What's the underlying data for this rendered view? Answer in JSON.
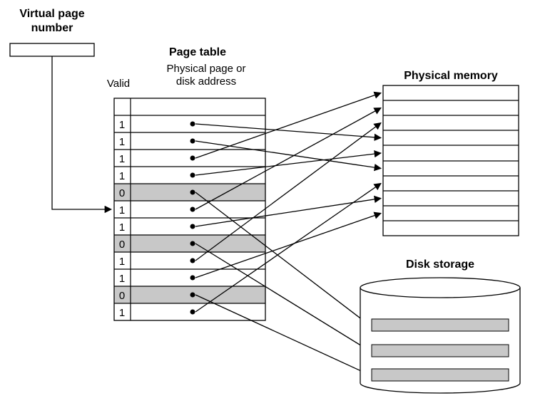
{
  "virtual_page": {
    "label_line1": "Virtual page",
    "label_line2": "number"
  },
  "page_table": {
    "title": "Page table",
    "subtitle_line1": "Physical page or",
    "subtitle_line2": "disk address",
    "valid_label": "Valid",
    "valid_bits": [
      "1",
      "1",
      "1",
      "1",
      "0",
      "1",
      "1",
      "0",
      "1",
      "1",
      "0",
      "1"
    ],
    "mappings": [
      {
        "entry": 1,
        "valid": "1",
        "target": "physical-memory-row-4"
      },
      {
        "entry": 2,
        "valid": "1",
        "target": "physical-memory-row-6"
      },
      {
        "entry": 3,
        "valid": "1",
        "target": "physical-memory-row-1"
      },
      {
        "entry": 4,
        "valid": "1",
        "target": "physical-memory-row-5"
      },
      {
        "entry": 5,
        "valid": "0",
        "target": "disk-block-1"
      },
      {
        "entry": 6,
        "valid": "1",
        "target": "physical-memory-row-2"
      },
      {
        "entry": 7,
        "valid": "1",
        "target": "physical-memory-row-8"
      },
      {
        "entry": 8,
        "valid": "0",
        "target": "disk-block-2"
      },
      {
        "entry": 9,
        "valid": "1",
        "target": "physical-memory-row-3"
      },
      {
        "entry": 10,
        "valid": "1",
        "target": "physical-memory-row-9"
      },
      {
        "entry": 11,
        "valid": "0",
        "target": "disk-block-3"
      },
      {
        "entry": 12,
        "valid": "1",
        "target": "physical-memory-row-7"
      }
    ]
  },
  "physical_memory": {
    "title": "Physical memory",
    "row_count": 10
  },
  "disk": {
    "title": "Disk storage",
    "block_count": 3
  },
  "colors": {
    "shaded_row": "#c8c8c8",
    "line": "#000000",
    "background": "#ffffff"
  }
}
